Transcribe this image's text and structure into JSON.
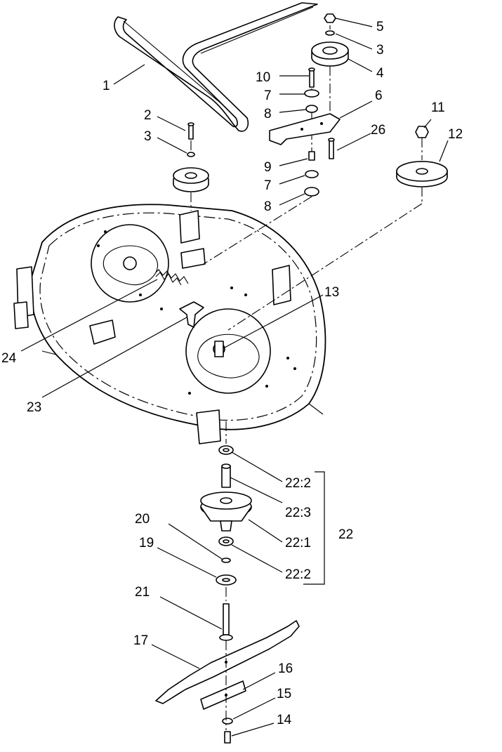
{
  "diagram": {
    "callouts": [
      "1",
      "2",
      "3",
      "3",
      "4",
      "5",
      "6",
      "7",
      "7",
      "8",
      "8",
      "9",
      "10",
      "11",
      "12",
      "13",
      "14",
      "15",
      "16",
      "17",
      "19",
      "20",
      "21",
      "22",
      "22:1",
      "22:2",
      "22:2",
      "22:3",
      "23",
      "24",
      "26"
    ]
  }
}
